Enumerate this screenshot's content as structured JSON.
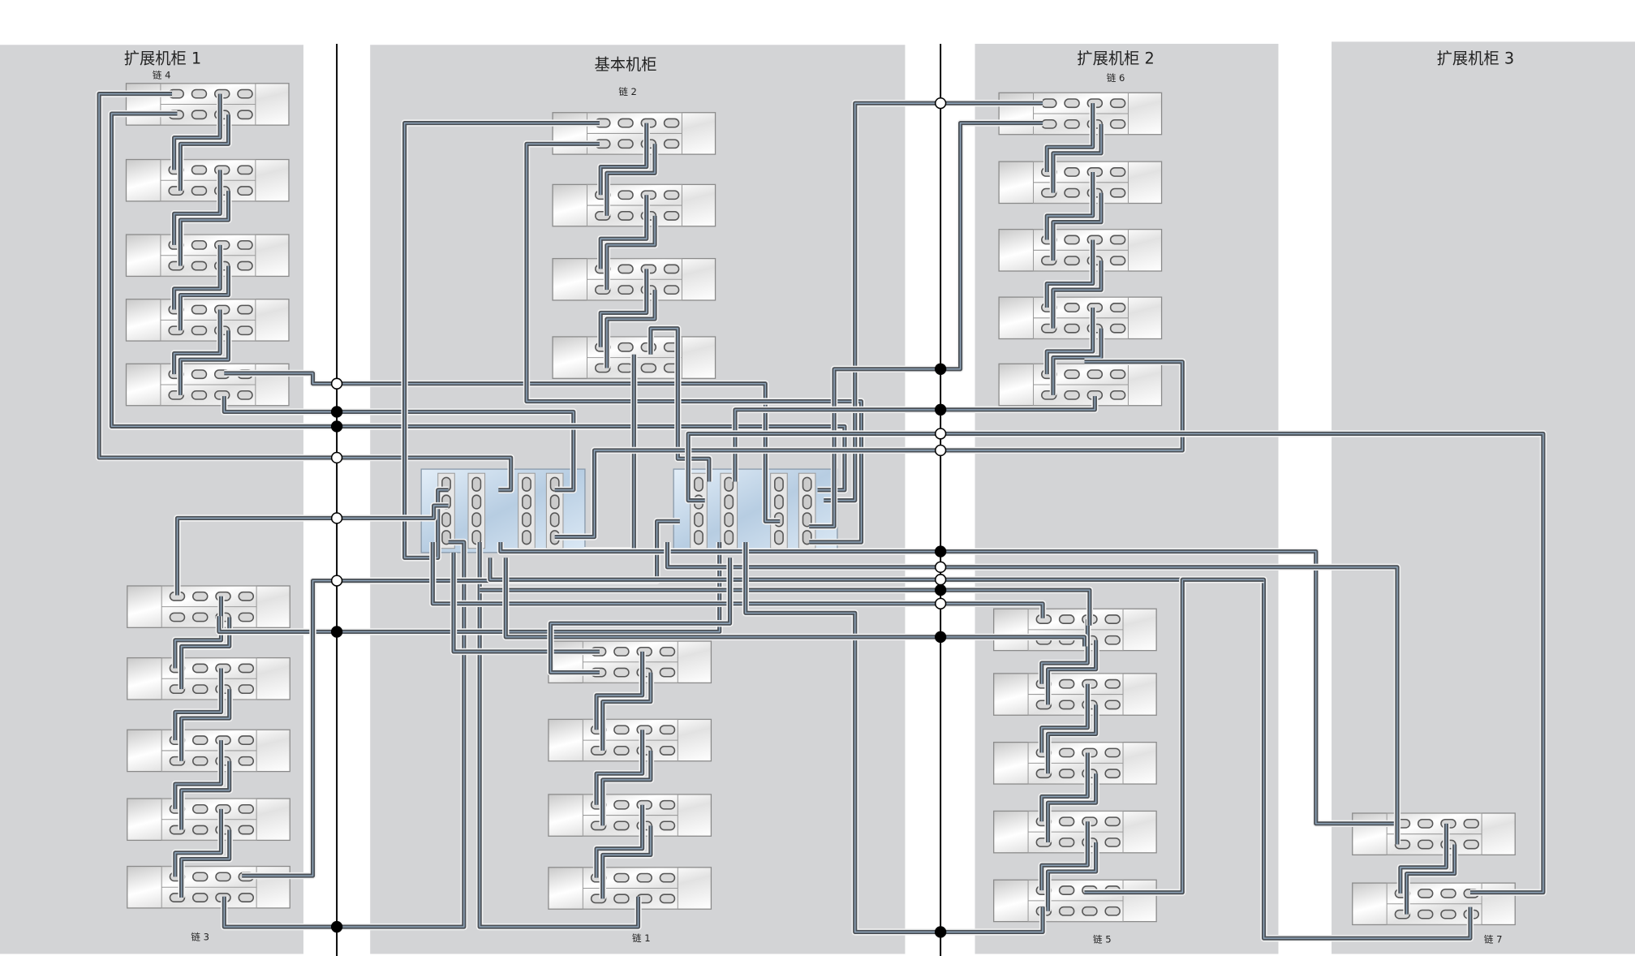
{
  "cabinets": [
    {
      "title": "扩展机柜 1",
      "chains": [
        "链 4",
        "链 3"
      ]
    },
    {
      "title": "基本机柜",
      "chains": [
        "链 2",
        "链 1"
      ]
    },
    {
      "title": "扩展机柜 2",
      "chains": [
        "链 6",
        "链 5"
      ]
    },
    {
      "title": "扩展机柜 3",
      "chains": [
        "链 7"
      ]
    }
  ],
  "colors": {
    "cabinet_bg": "#d3d4d6",
    "cable": "#4a4f55",
    "cable_core": "#8da3b8",
    "controller_bg": "#c5d6e6"
  }
}
